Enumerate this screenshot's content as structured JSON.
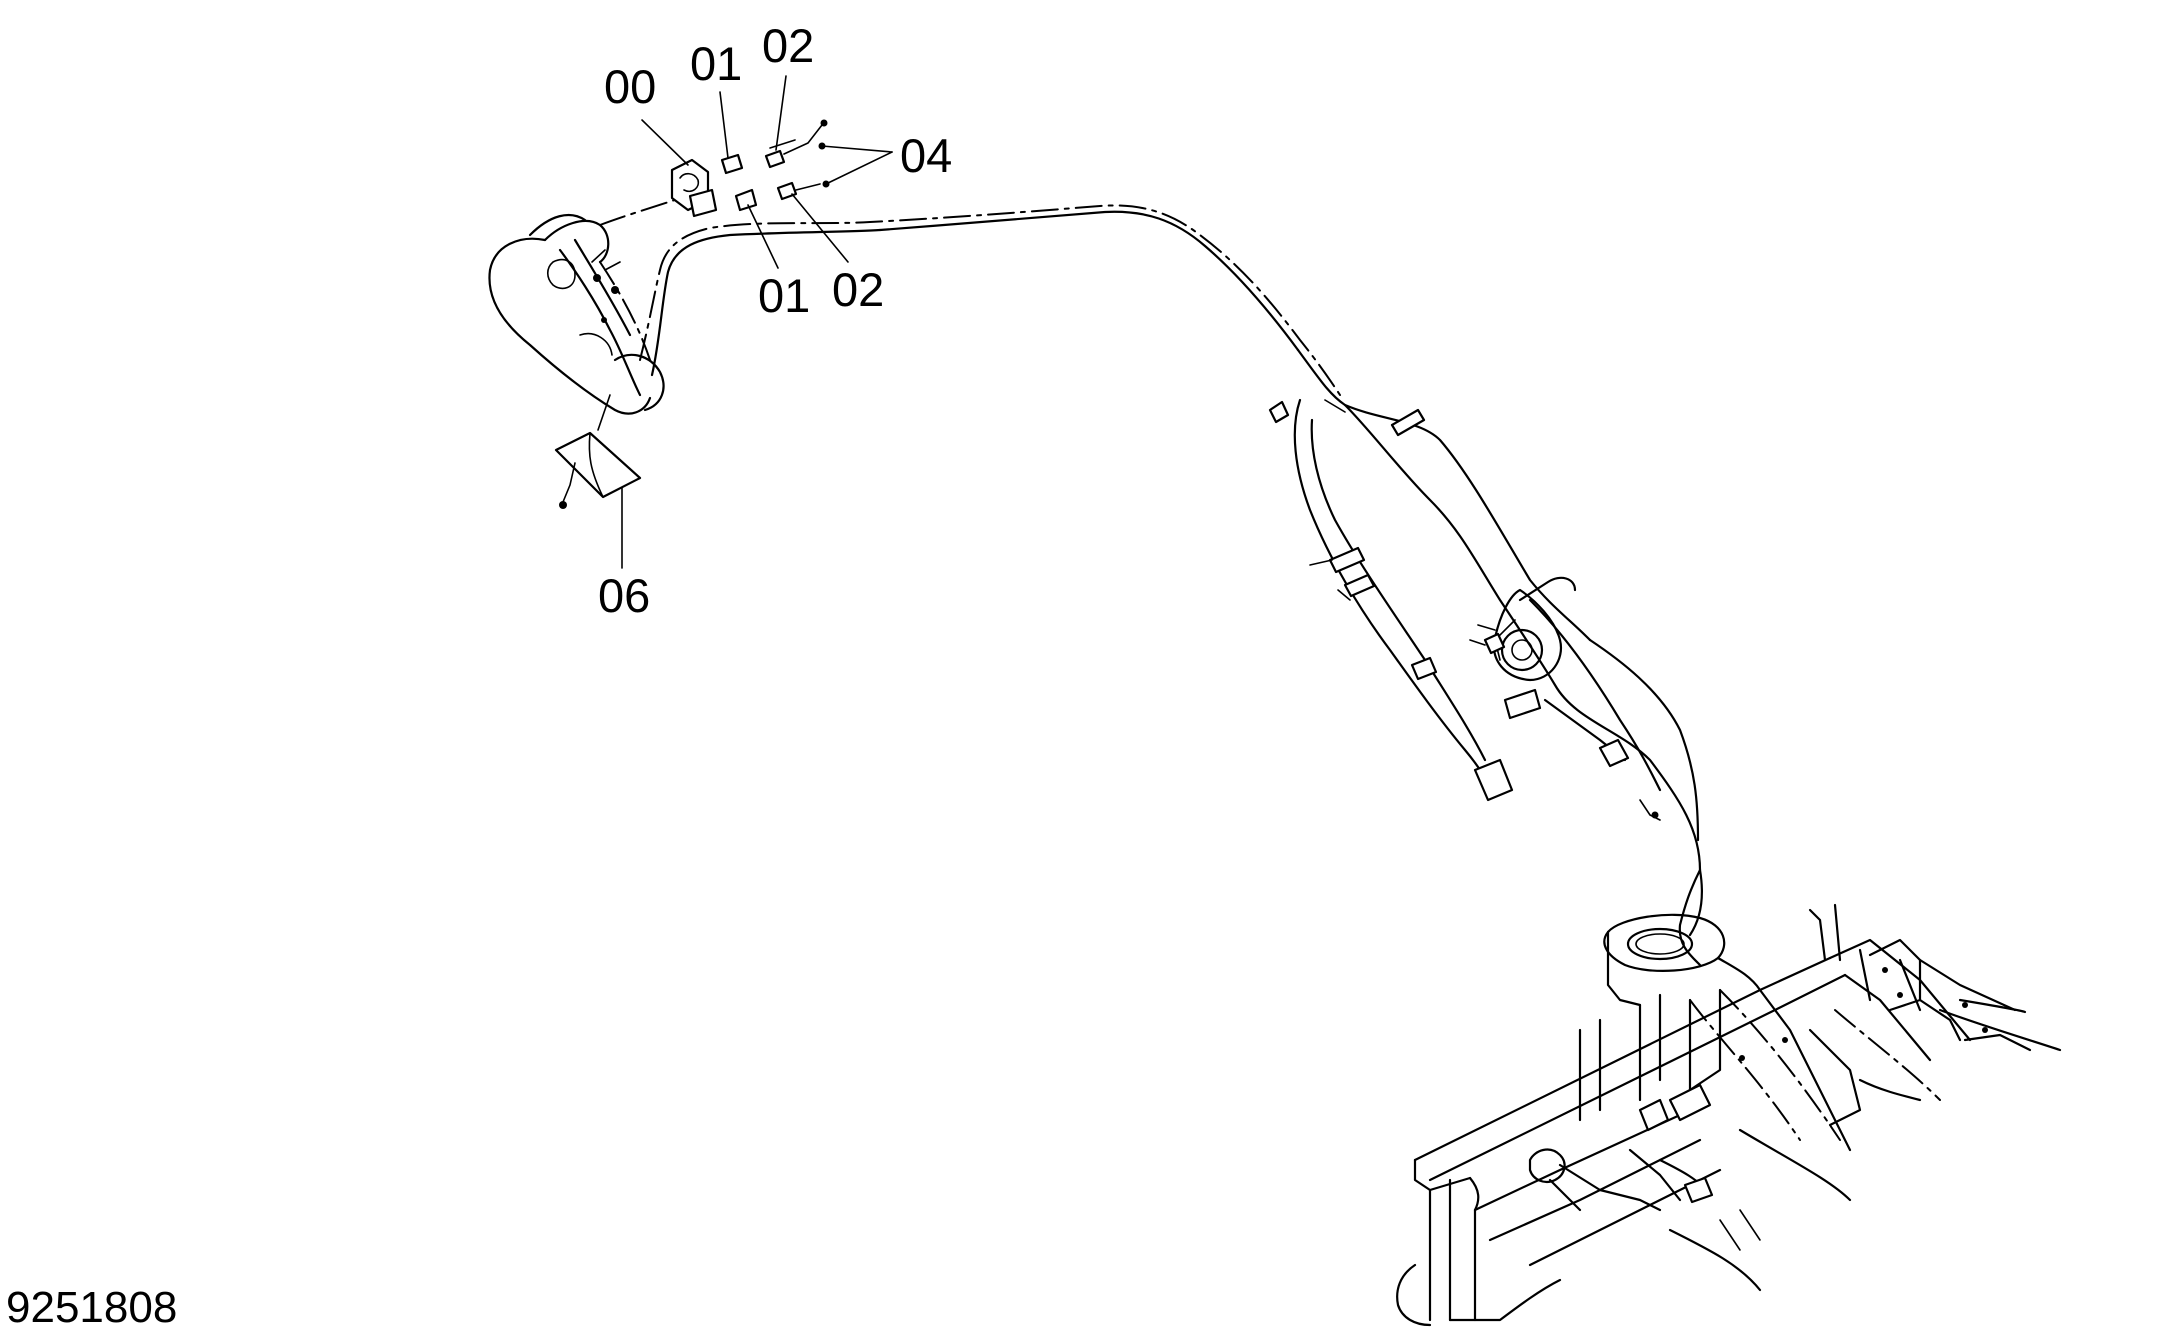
{
  "callouts": {
    "c00": "00",
    "c01_top": "01",
    "c02_top": "02",
    "c04": "04",
    "c01_bottom": "01",
    "c02_bottom": "02",
    "c06": "06"
  },
  "document_id": "9251808"
}
